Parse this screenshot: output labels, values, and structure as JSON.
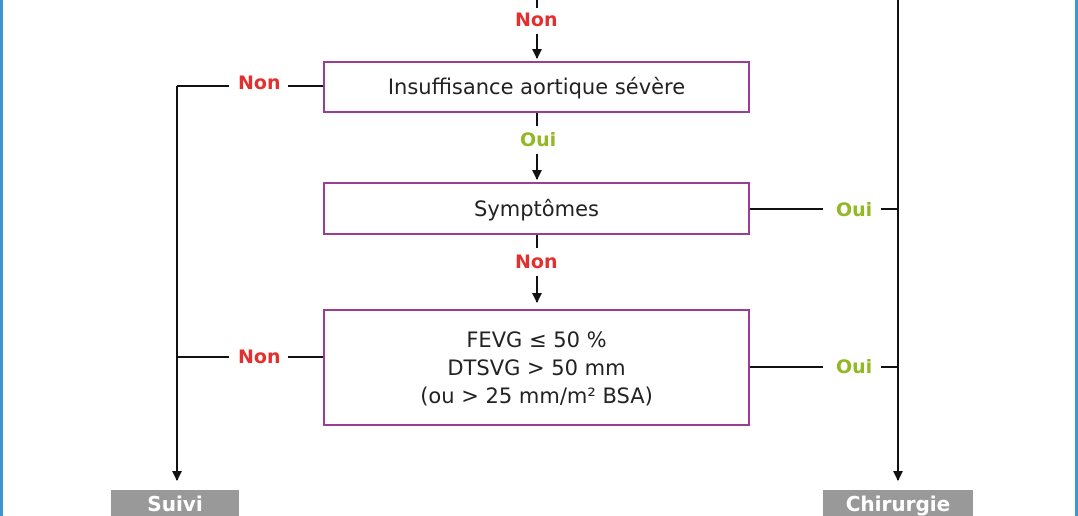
{
  "boxes": {
    "aortic": "Insuffisance aortique sévère",
    "symptoms": "Symptômes",
    "fevg_line1": "FEVG ≤ 50 %",
    "fevg_line2": "DTSVG > 50 mm",
    "fevg_line3": "(ou > 25 mm/m² BSA)"
  },
  "labels": {
    "non": "Non",
    "oui": "Oui"
  },
  "outcomes": {
    "follow_up": "Suivi",
    "surgery": "Chirurgie"
  },
  "colors": {
    "box_border": "#9b3d94",
    "non": "#e2302f",
    "oui": "#92b824",
    "outcome_bg": "#999999",
    "frame": "#3d97cf"
  }
}
